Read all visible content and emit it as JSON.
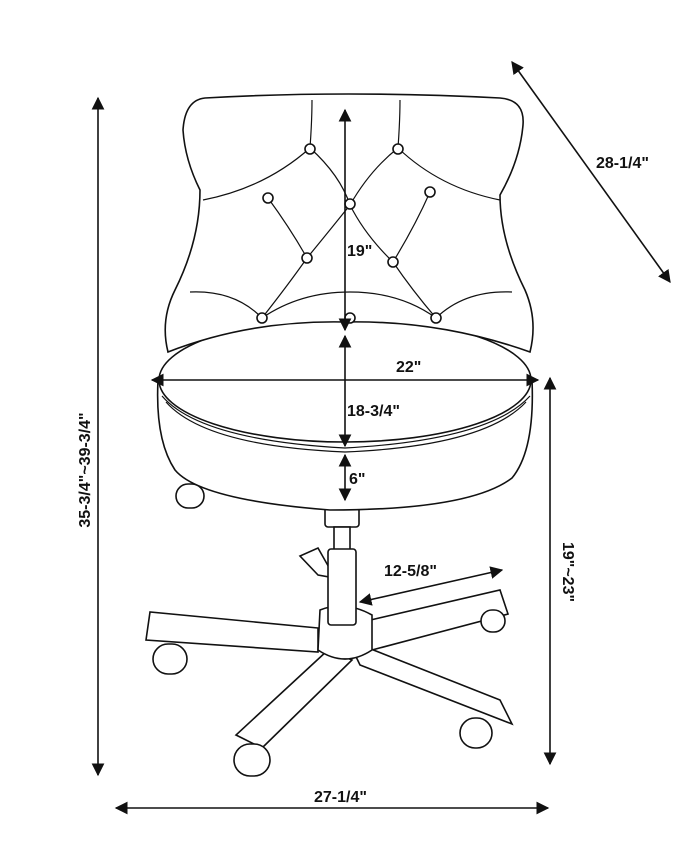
{
  "dimensions": {
    "depth": "28-1/4\"",
    "back_height": "19\"",
    "seat_width": "22\"",
    "seat_depth": "18-3/4\"",
    "seat_thickness": "6\"",
    "overall_height": "35-3/4\"~39-3/4\"",
    "seat_height": "19\"~23\"",
    "leg_length": "12-5/8\"",
    "overall_width": "27-1/4\""
  }
}
